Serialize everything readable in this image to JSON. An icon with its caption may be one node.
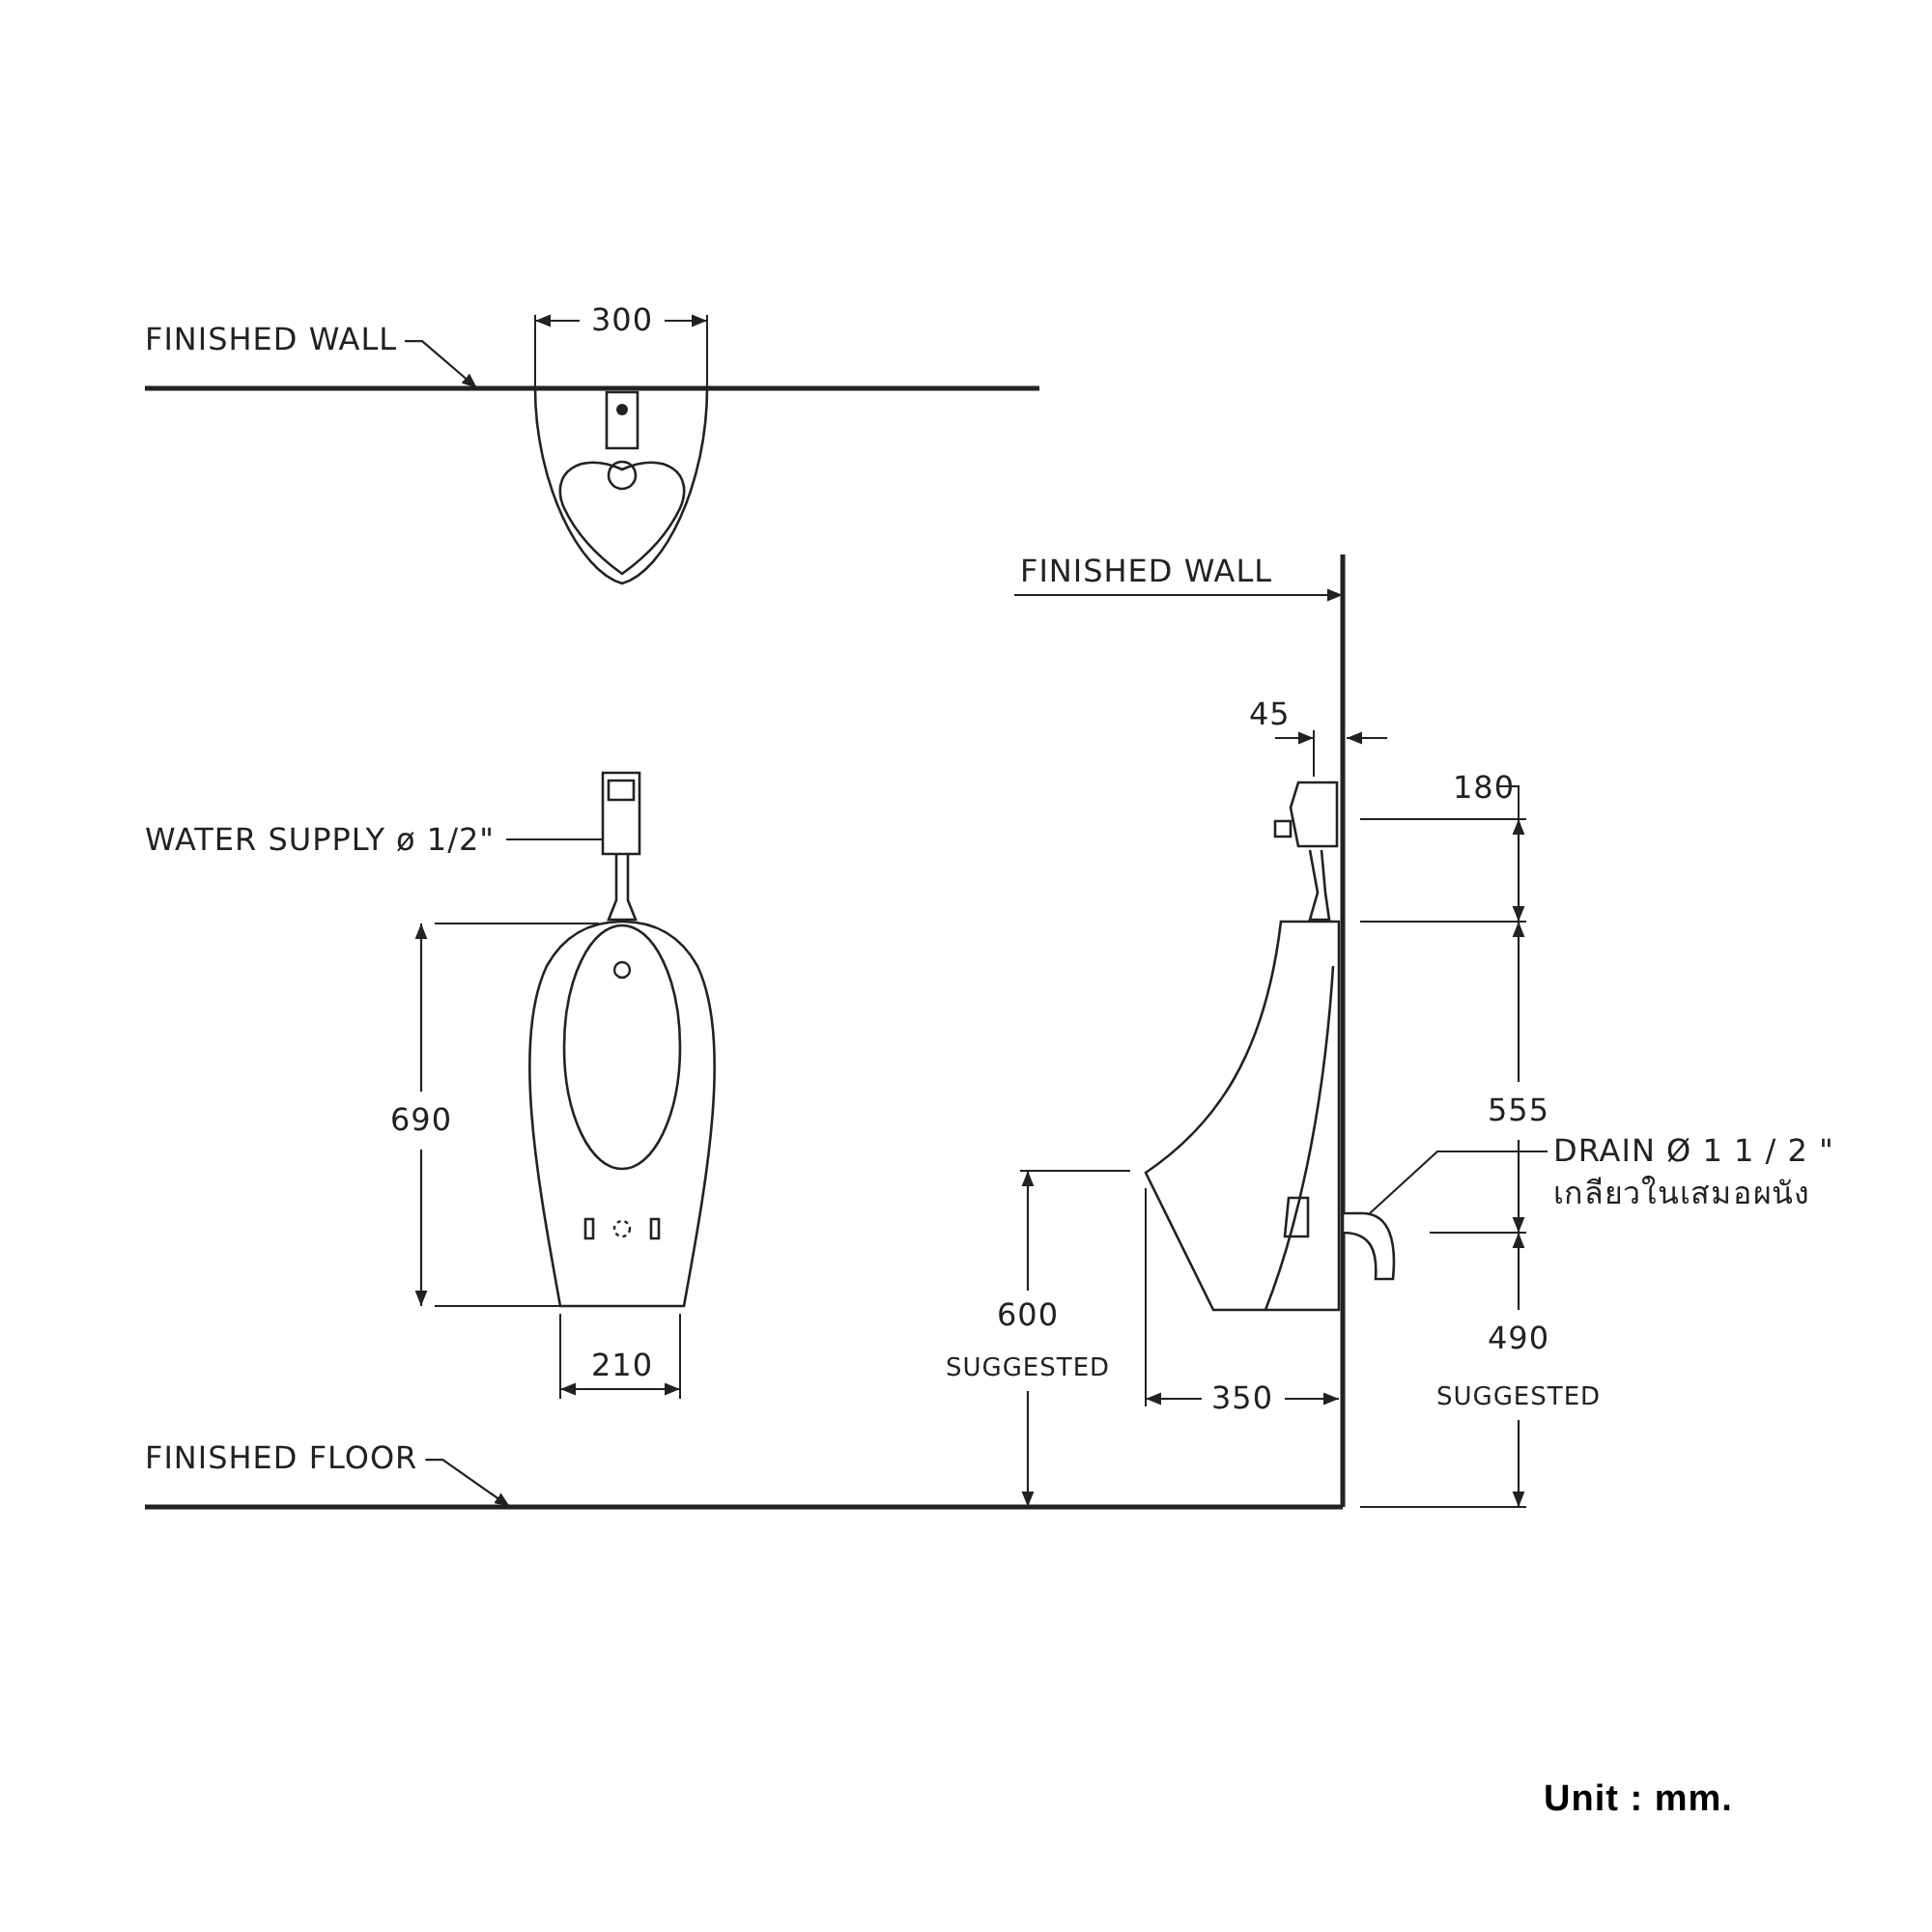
{
  "diagram": {
    "nodes": [
      {
        "text": [
          "FINISHED WALL"
        ]
      },
      {
        "text": [],
        "shape": "bar"
      },
      {
        "text": [
          "FINISHED WALL"
        ]
      },
      {
        "text": [],
        "shape": "bar"
      },
      {
        "text": [
          "WATER SUPPLY ø 1/2\""
        ]
      },
      {
        "text": [],
        "shape": "picture"
      },
      {
        "text": [
          "DRAIN Ø 1 1 / 2 \"",
          "เกลียวในเสมอผนัง"
        ]
      },
      {
        "text": [],
        "shape": "picture"
      },
      {
        "text": [
          "FINISHED FLOOR"
        ]
      },
      {
        "text": [],
        "shape": "bar"
      }
    ],
    "edges": [
      {
        "from": 0,
        "to": 1,
        "arrow": "to"
      },
      {
        "from": 2,
        "to": 3,
        "arrow": "to"
      },
      {
        "from": 4,
        "to": 5,
        "arrow": "none"
      },
      {
        "from": 6,
        "to": 7,
        "arrow": "none"
      },
      {
        "from": 8,
        "to": 9,
        "arrow": "to"
      }
    ],
    "labels": [
      "300",
      "45",
      "180",
      "690",
      "555",
      "600",
      "SUGGESTED",
      "490",
      "SUGGESTED",
      "210",
      "350",
      "Unit : mm."
    ]
  }
}
